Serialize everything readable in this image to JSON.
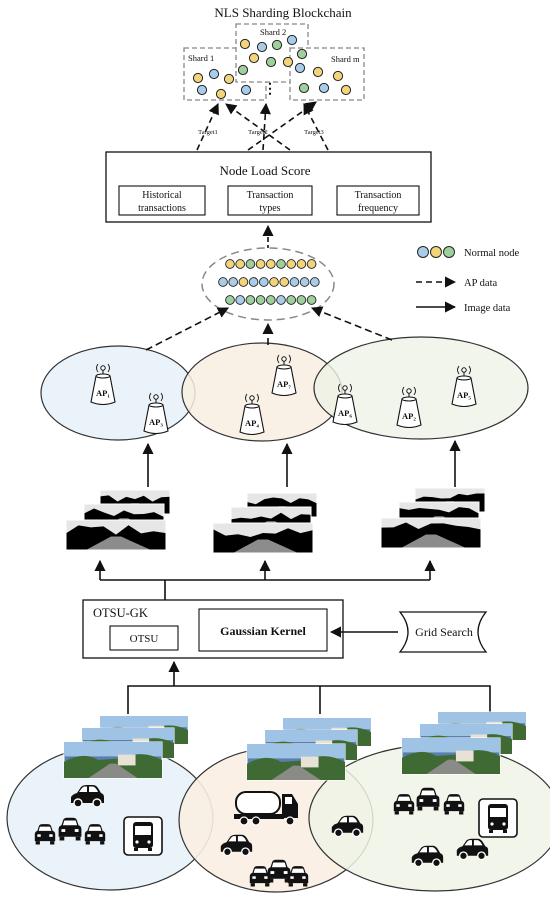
{
  "blockchain": {
    "title": "NLS Sharding Blockchain",
    "shard1": "Shard 1",
    "shard2": "Shard 2",
    "shardm": "Shard m",
    "targets": [
      "Target1",
      "Target2",
      "Target3"
    ]
  },
  "score_box": {
    "title": "Node Load Score",
    "factors": [
      {
        "line1": "Historical",
        "line2": "transactions"
      },
      {
        "line1": "Transaction",
        "line2": "types"
      },
      {
        "line1": "Transaction",
        "line2": "frequency"
      }
    ]
  },
  "legend": {
    "normal_node": "Normal node",
    "ap_data": "AP data",
    "image_data": "Image data"
  },
  "aps": {
    "ap1": "AP₁",
    "ap2": "AP₂",
    "ap3": "AP₃",
    "ap4": "AP₄",
    "ap5": "AP₅",
    "ap6": "AP₆",
    "ap7": "AP₇"
  },
  "otsu_box": {
    "title": "OTSU-GK",
    "otsu": "OTSU",
    "gaussian": "Gaussian Kernel"
  },
  "grid_search": "Grid Search",
  "colors": {
    "node_yellow": "#f2d57a",
    "node_blue": "#a9cde8",
    "node_green": "#9fcf9c",
    "zone_blue": "#e9f3f9",
    "zone_peach": "#f9eee2",
    "zone_green": "#eef3e6"
  }
}
